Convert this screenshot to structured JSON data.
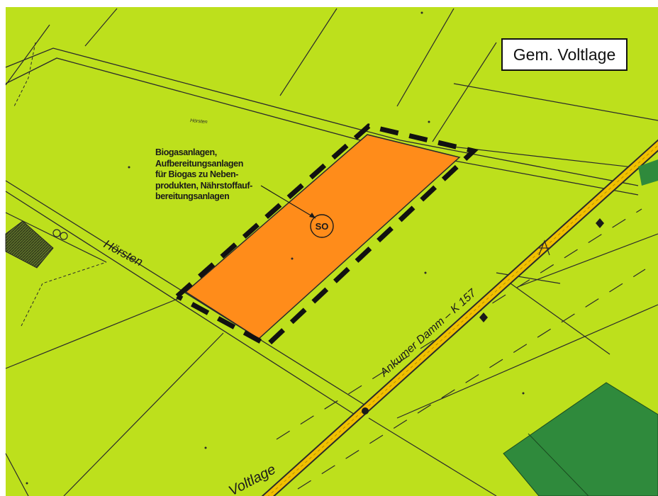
{
  "municipality_label": "Gem. Voltlage",
  "zone_code": "SO",
  "zone_description_lines": [
    "Biogasanlagen,",
    "Aufbereitungsanlagen",
    "für Biogas zu Neben-",
    "produkten, Nährstoffauf-",
    "bereitungsanlagen"
  ],
  "road_labels": {
    "hoersten_road": "Hörsten",
    "hoersten_field": "Hörsten",
    "ankumer_damm": "Ankumer Damm – K 157",
    "voltlage_road": "Voltlage"
  },
  "colors": {
    "field_green": "#bde01c",
    "special_zone_orange": "#ff8c1a",
    "road_yellow": "#f0c000",
    "forest_green": "#2f8a3c",
    "boundary_black": "#111111"
  },
  "icons": {
    "circle_marker": "circle-so-icon",
    "dashed_boundary": "zone-boundary-dashed"
  }
}
